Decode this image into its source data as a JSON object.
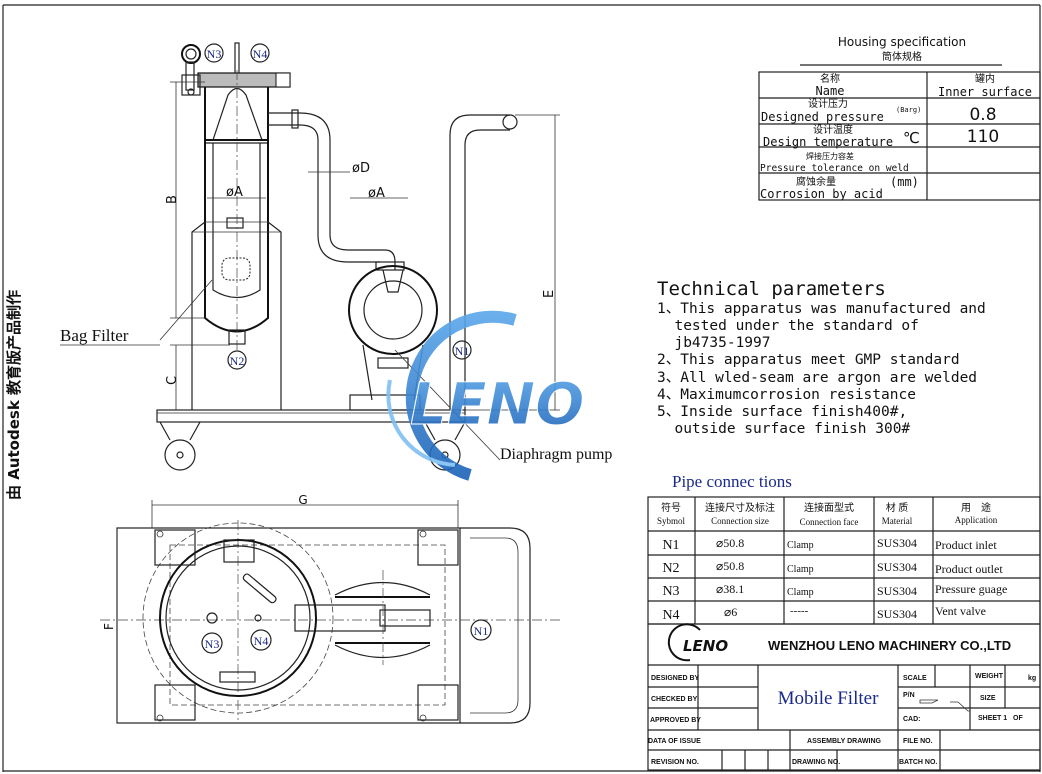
{
  "watermark_side": "由 Autodesk 教育版产品制作",
  "housing_spec": {
    "title_en": "Housing specification",
    "title_cn": "筒体规格",
    "header": {
      "name_cn": "名称",
      "name_en": "Name",
      "value_cn": "罐内",
      "value_en": "Inner surface"
    },
    "rows": [
      {
        "cn": "设计压力",
        "en": "Designed pressure",
        "unit": "(Barg)",
        "value": "0.8"
      },
      {
        "cn": "设计温度",
        "en": "Design temperature",
        "unit": "℃",
        "value": "110"
      },
      {
        "cn": "焊接压力容差",
        "en": "Pressure tolerance on weld",
        "unit": "",
        "value": ""
      },
      {
        "cn": "腐蚀余量",
        "en": "Corrosion by acid",
        "unit": "(mm)",
        "value": ""
      }
    ]
  },
  "technical": {
    "title": "Technical parameters",
    "lines": [
      "1、This apparatus was manufactured and",
      "  tested under the standard of",
      "  jb4735-1997",
      "2、This apparatus meet GMP standard",
      "3、All wled-seam are argon are welded",
      "4、Maximumcorrosion resistance",
      "5、Inside surface finish400#,",
      "  outside surface finish 300#"
    ]
  },
  "pipe_connections": {
    "title": "Pipe connec tions",
    "headers": [
      {
        "cn": "符号",
        "en": "Sybmol"
      },
      {
        "cn": "连接尺寸及标注",
        "en": "Connection size"
      },
      {
        "cn": "连接面型式",
        "en": "Connection face"
      },
      {
        "cn": "材 质",
        "en": "Material"
      },
      {
        "cn": "用　途",
        "en": "Application"
      }
    ],
    "rows": [
      [
        "N1",
        "⌀50.8",
        "Clamp",
        "SUS304",
        "Product inlet"
      ],
      [
        "N2",
        "⌀50.8",
        "Clamp",
        "SUS304",
        "Product outlet"
      ],
      [
        "N3",
        "⌀38.1",
        "Clamp",
        "SUS304",
        "Pressure guage"
      ],
      [
        "N4",
        "⌀6",
        "-----",
        "SUS304",
        "Vent valve"
      ]
    ]
  },
  "title_block": {
    "logo": "LENO",
    "company": "WENZHOU LENO MACHINERY CO.,LTD",
    "product": "Mobile Filter",
    "designed_by": "DESIGNED BY",
    "checked_by": "CHECKED BY",
    "approved_by": "APPROVED BY",
    "date_of_issue": "DATA OF ISSUE",
    "revision_no": "REVISION NO.",
    "scale": "SCALE",
    "weight": "WEIGHT",
    "weight_unit": "kg",
    "pn": "P/N",
    "size": "SIZE",
    "cad": "CAD:",
    "sheet": "SHEET 1   OF",
    "assembly_drawing": "ASSEMBLY DRAWING",
    "drawing_no": "DRAWING NO.",
    "file_no": "FILE NO.",
    "batch_no": "BATCH NO."
  },
  "drawing": {
    "labels": {
      "bag_filter": "Bag Filter",
      "diaphragm_pump": "Diaphragm pump",
      "dim_A": "øA",
      "dim_D": "øD",
      "dim_A2": "øA",
      "dim_B": "B",
      "dim_C": "C",
      "dim_E": "E",
      "dim_F": "F",
      "dim_G": "G",
      "n1": "N1",
      "n2": "N2",
      "n3": "N3",
      "n4": "N4",
      "plan_n1": "N1",
      "plan_n3": "N3",
      "plan_n4": "N4"
    },
    "watermark_logo": "LENO",
    "watermark_color": "#2f7fd0"
  }
}
